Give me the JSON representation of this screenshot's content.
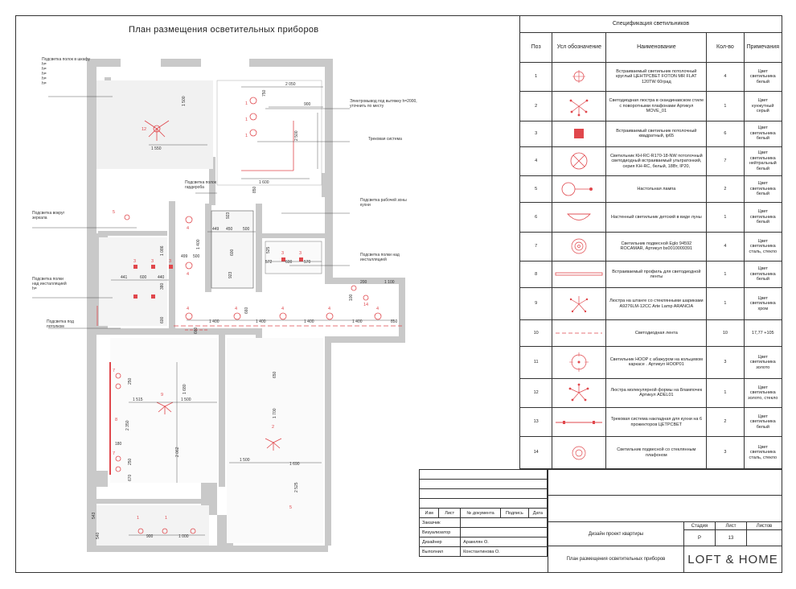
{
  "plan": {
    "title": "План размещения осветительных приборов",
    "labels": {
      "shelves_cabinet": "Подсветка полок в шкафу\nh=\nh=\nh=\nh=\nh=",
      "electrical_outlet": "Электровывод под вытяжку h=2000, уточнить по месту",
      "track_system": "Трековая система",
      "work_zone": "Подсветка рабочей зоны кухни",
      "shelves_wardrobe": "Подсветка полок гардероба",
      "mirror": "Подсветка вокруг зеркала",
      "shelves_installation": "Подсветка полки над инсталляцией\nh=",
      "shelves_above": "Подсветка полки над инсталляцией",
      "under_ceiling": "Подсветка под потолком"
    },
    "dims": [
      "2 050",
      "900",
      "1 500",
      "750",
      "2 500",
      "1 550",
      "1 600",
      "850",
      "923",
      "449",
      "450",
      "500",
      "499",
      "500",
      "1 400",
      "600",
      "923",
      "525",
      "572",
      "600",
      "570",
      "1 086",
      "441",
      "600",
      "440",
      "380",
      "200",
      "1 100",
      "100",
      "1 400",
      "1 400",
      "1 400",
      "1 400",
      "850",
      "660",
      "660",
      "650",
      "1 515",
      "1 500",
      "1 680",
      "2 350",
      "2 062",
      "1 700",
      "1 500",
      "1 690",
      "2 525",
      "543",
      "540",
      "900",
      "1 000",
      "250",
      "180",
      "250",
      "670",
      "600",
      "660",
      "180"
    ],
    "fixture_numbers": [
      "12",
      "1",
      "1",
      "1",
      "1",
      "1",
      "1",
      "5",
      "4",
      "4",
      "3",
      "3",
      "3",
      "3",
      "3",
      "3",
      "4",
      "4",
      "4",
      "4",
      "4",
      "4",
      "4",
      "4",
      "4",
      "14",
      "14",
      "10",
      "7",
      "7",
      "7",
      "7",
      "9",
      "8",
      "2",
      "1",
      "1",
      "1",
      "1",
      "1",
      "1",
      "10",
      "10",
      "10",
      "10",
      "10",
      "11",
      "11",
      "11"
    ]
  },
  "spec": {
    "caption": "Спецификация светильников",
    "headers": [
      "Поз",
      "Усл обозначение",
      "Наименование",
      "Кол-во",
      "Примечания"
    ],
    "rows": [
      {
        "pos": "1",
        "icon": "recessed-round-icon",
        "name": "Встраиваемый светильник потолочный круглый ЦЕНТРСВЕТ FOTON MR FLAT 120TW 60град",
        "qty": "4",
        "note": "Цвет светильника белый"
      },
      {
        "pos": "2",
        "icon": "chandelier-icon",
        "name": "Светодиодная люстра в скандинавском стиле с поворотными плафонами Артикул MOVE_01",
        "qty": "1",
        "note": "Цвет кунжутный серый"
      },
      {
        "pos": "3",
        "icon": "square-recessed-icon",
        "name": "Встраиваемый светильник потолочный квадратный, ip65",
        "qty": "6",
        "note": "Цвет светильника белый"
      },
      {
        "pos": "4",
        "icon": "crossed-circle-icon",
        "name": "Светильник KH-RC-R170-18-NW потолочный светодиодный встраиваемый ультратонкий, серия KH-RC, белый, 18Вт, IP20,",
        "qty": "7",
        "note": "Цвет светильника нейтральный белый"
      },
      {
        "pos": "5",
        "icon": "table-lamp-icon",
        "name": "Настольная лампа",
        "qty": "2",
        "note": "Цвет светильника белый"
      },
      {
        "pos": "6",
        "icon": "wall-moon-icon",
        "name": "Настенный светильник детский в виде луны",
        "qty": "1",
        "note": "Цвет светильника белый"
      },
      {
        "pos": "7",
        "icon": "pendant-icon",
        "name": "Светильник подвесной Eglo 94592 ROCAMAR, Артикул bs0010009391",
        "qty": "4",
        "note": "Цвет светильника сталь, стекло"
      },
      {
        "pos": "8",
        "icon": "led-profile-icon",
        "name": "Встраиваемый профиль для светодиодной ленты",
        "qty": "1",
        "note": "Цвет светильника белый"
      },
      {
        "pos": "9",
        "icon": "chandelier-balls-icon",
        "name": "Люстра на штанге со стеклянными шариками A9276LM-12CC Arte Lamp ARANCIA",
        "qty": "1",
        "note": "Цвет светильника хром"
      },
      {
        "pos": "10",
        "icon": "led-strip-icon",
        "name": "Светодиодная лента",
        "qty": "10",
        "note": "17,77 +105"
      },
      {
        "pos": "11",
        "icon": "hoop-pendant-icon",
        "name": "Светильник HOOP с абажуром на кольцевом каркасе . Артикул HOOP01",
        "qty": "3",
        "note": "Цвет светильника золото"
      },
      {
        "pos": "12",
        "icon": "molecular-chandelier-icon",
        "name": "Люстра молекулярной формы на 8лампочек Артикул ADEL01",
        "qty": "1",
        "note": "Цвет светильника золото, стекло"
      },
      {
        "pos": "13",
        "icon": "track-icon",
        "name": "Трековая система накладная для кухни на 6 прожекторов ЦЕТРСВЕТ",
        "qty": "2",
        "note": "Цвет светильника белый"
      },
      {
        "pos": "14",
        "icon": "glass-pendant-icon",
        "name": "Светильник подвесной со стеклянным плафоном",
        "qty": "3",
        "note": "Цвет светильника сталь, стекло"
      }
    ]
  },
  "stamp": {
    "headers": [
      "Изм",
      "Лист",
      "№ документа",
      "Подпись",
      "Дата"
    ],
    "roles": [
      {
        "role": "Заказчик",
        "name": ""
      },
      {
        "role": "Визуализатор",
        "name": ""
      },
      {
        "role": "Дизайнер",
        "name": "Аракелян О."
      },
      {
        "role": "Выполнил",
        "name": "Константинова О."
      }
    ],
    "project": "Дизайн проект квартиры",
    "sheet_title": "План размещения осветительных приборов",
    "stage_label": "Стадия",
    "sheet_label": "Лист",
    "sheets_label": "Листов",
    "stage": "Р",
    "sheet": "13",
    "sheets": "",
    "logo": "LOFT & HOME"
  },
  "colors": {
    "accent": "#e0474c",
    "wall": "#c8c8c8",
    "line": "#333333"
  }
}
